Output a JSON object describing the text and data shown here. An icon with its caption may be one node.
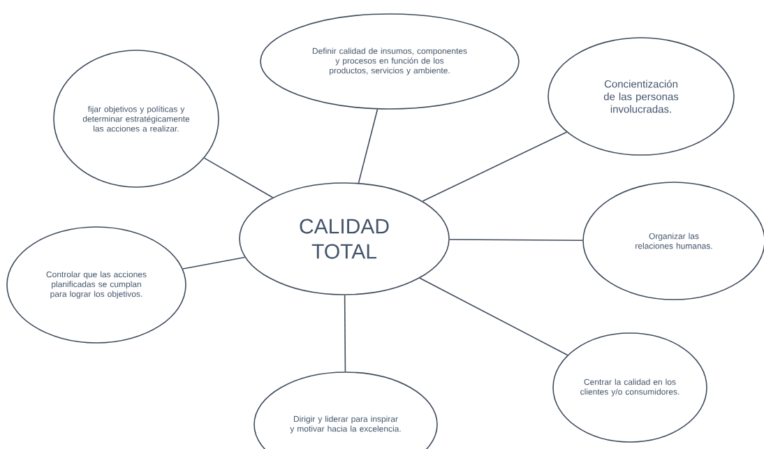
{
  "diagram": {
    "nodes": [
      {
        "text": [
          "CALIDAD TOTAL"
        ]
      },
      {
        "text": [
          "fijar objetivos y políticas y determinar estratégicamente las acciones a realizar."
        ]
      },
      {
        "text": [
          "Definir calidad de insumos, componentes y procesos en función de los productos, servicios y ambiente."
        ]
      },
      {
        "text": [
          "Concientización de las personas involucradas."
        ]
      },
      {
        "text": [
          "Organizar las relaciones humanas."
        ]
      },
      {
        "text": [
          "Controlar que las acciones planificadas se cumplan para lograr los objetivos."
        ]
      },
      {
        "text": [
          "Centrar la calidad en los clientes y/o consumidores."
        ]
      },
      {
        "text": [
          "Dirigir y liderar para inspirar y motivar hacia la excelencia."
        ]
      }
    ],
    "edges": [
      {
        "from": 0,
        "to": 1,
        "arrow": "none"
      },
      {
        "from": 0,
        "to": 2,
        "arrow": "none"
      },
      {
        "from": 0,
        "to": 3,
        "arrow": "none"
      },
      {
        "from": 0,
        "to": 4,
        "arrow": "none"
      },
      {
        "from": 0,
        "to": 5,
        "arrow": "none"
      },
      {
        "from": 0,
        "to": 6,
        "arrow": "none"
      },
      {
        "from": 0,
        "to": 7,
        "arrow": "none"
      }
    ]
  }
}
